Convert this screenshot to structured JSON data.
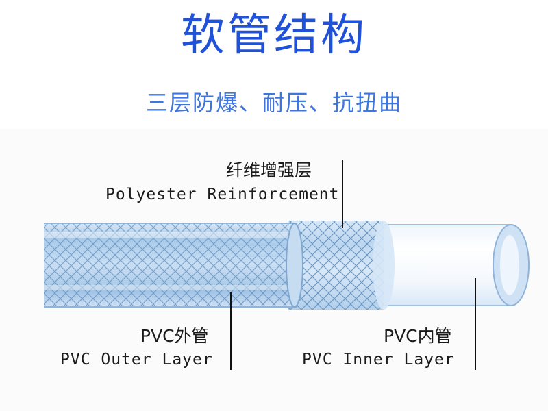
{
  "title": "软管结构",
  "subtitle": "三层防爆、耐压、抗扭曲",
  "layers": {
    "reinforcement": {
      "cn": "纤维增强层",
      "en": "Polyester Reinforcement"
    },
    "outer": {
      "cn": "PVC外管",
      "en": "PVC Outer Layer"
    },
    "inner": {
      "cn": "PVC内管",
      "en": "PVC Inner Layer"
    }
  },
  "colors": {
    "title": "#1f52d8",
    "subtitle": "#3e76df",
    "hose_blue": "#bcd6ee",
    "braid": "#5f8fbd"
  }
}
